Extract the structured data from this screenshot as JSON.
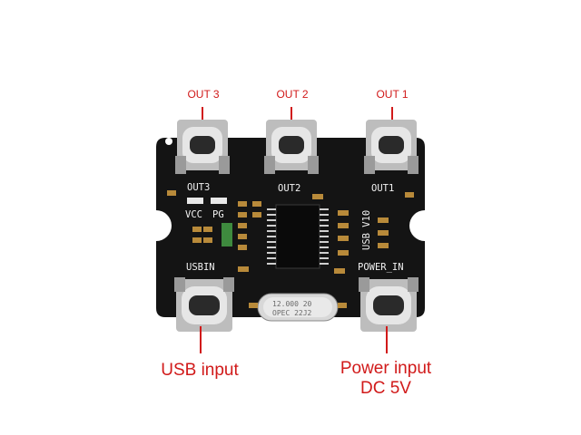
{
  "callouts": {
    "out3": "OUT 3",
    "out2": "OUT 2",
    "out1": "OUT 1"
  },
  "bottom_labels": {
    "usb_input": "USB input",
    "power_input_line1": "Power input",
    "power_input_line2": "DC 5V"
  },
  "silkscreen": {
    "out3": "OUT3",
    "out2": "OUT2",
    "out1": "OUT1",
    "vcc": "VCC",
    "pg": "PG",
    "usbin": "USBIN",
    "usb_v10": "USB V10",
    "power_in": "POWER_IN",
    "crystal_line1": "12.000 20",
    "crystal_line2": "OPEC 22J2"
  },
  "colors": {
    "board": "#141414",
    "callout": "#d11a1a",
    "connector_metal": "#c9c9c9"
  }
}
